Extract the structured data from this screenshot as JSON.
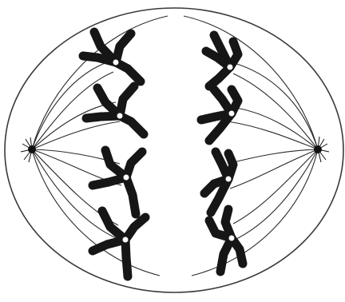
{
  "diagram": {
    "colors": {
      "background": "#ffffff",
      "cell_outline": "#3a3a3a",
      "spindle": "#2a2a2a",
      "chromosome": "#161616",
      "centromere": "#ffffff",
      "pole": "#111111"
    },
    "left_pole": "centrosome",
    "right_pole": "centrosome",
    "left_group_count": 4,
    "right_group_count": 4
  }
}
